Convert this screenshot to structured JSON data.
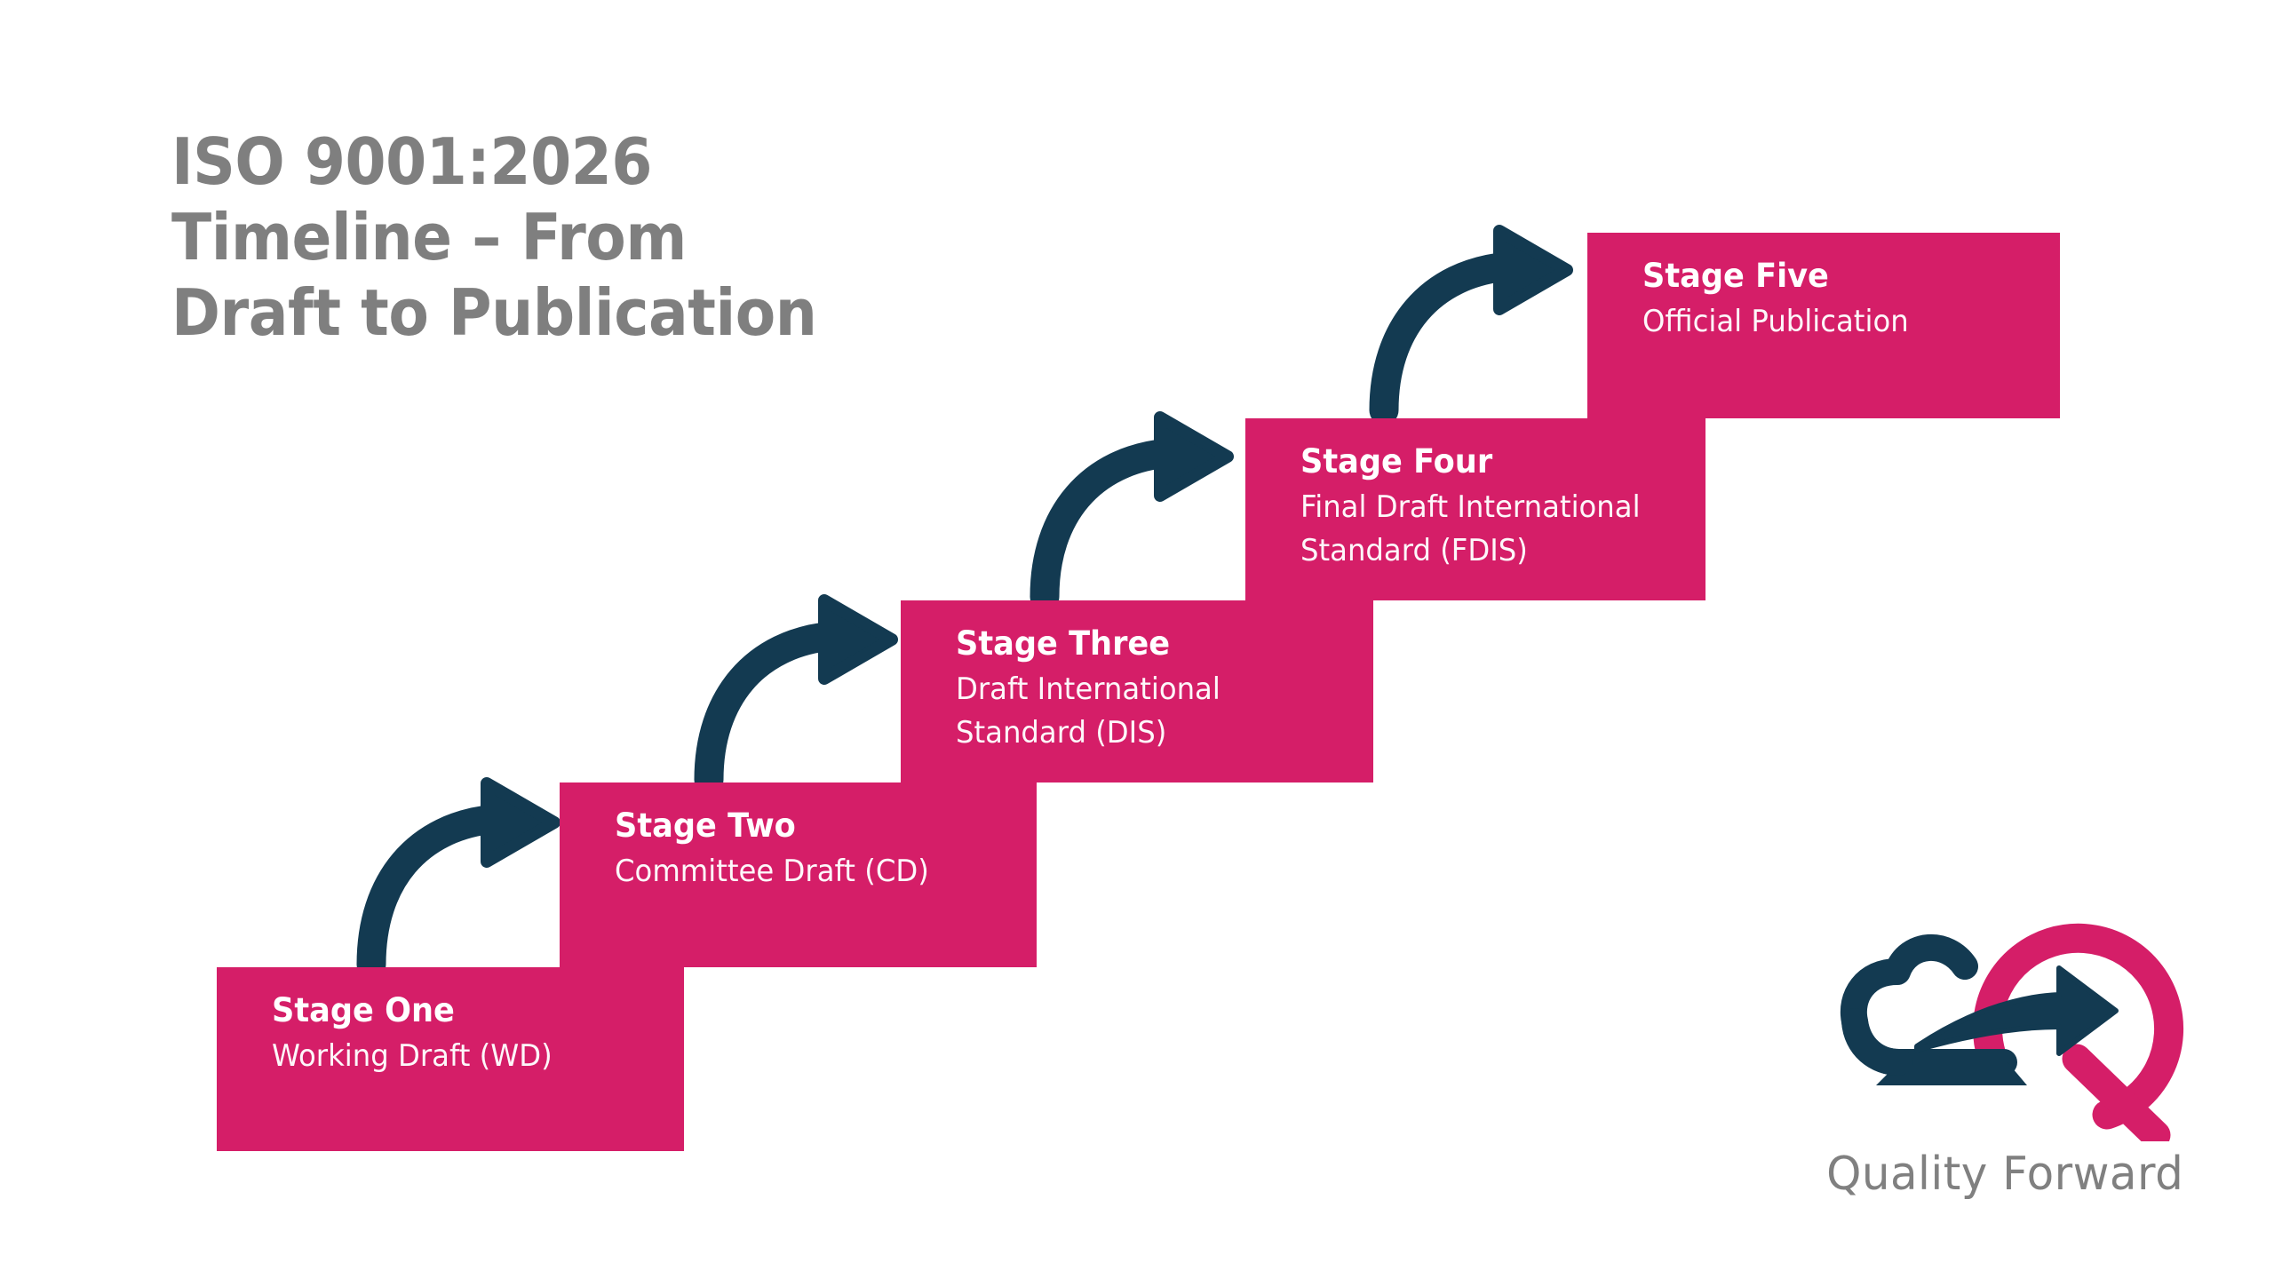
{
  "page": {
    "background_color": "#ffffff",
    "title": "ISO 9001:2026 Timeline – From Draft to Publication",
    "title_color": "#7f7f7f"
  },
  "colors": {
    "brand_pink": "#d51e68",
    "brand_navy": "#133a51",
    "title_gray": "#7f7f7f",
    "wordmark_gray": "#808080",
    "block_text": "#ffffff"
  },
  "stages": [
    {
      "id": "stage-one",
      "title": "Stage One",
      "subtitle": "Working Draft (WD)",
      "order": 1
    },
    {
      "id": "stage-two",
      "title": "Stage Two",
      "subtitle": "Committee Draft (CD)",
      "order": 2
    },
    {
      "id": "stage-three",
      "title": "Stage Three",
      "subtitle": "Draft International\nStandard (DIS)",
      "order": 3
    },
    {
      "id": "stage-four",
      "title": "Stage Four",
      "subtitle": "Final Draft International\nStandard (FDIS)",
      "order": 4
    },
    {
      "id": "stage-five",
      "title": "Stage Five",
      "subtitle": "Official Publication",
      "order": 5
    }
  ],
  "connectors": [
    {
      "id": "arrow-one-to-two",
      "from": "stage-one",
      "to": "stage-two",
      "icon": "curved-arrow-up-right-icon"
    },
    {
      "id": "arrow-two-to-three",
      "from": "stage-two",
      "to": "stage-three",
      "icon": "curved-arrow-up-right-icon"
    },
    {
      "id": "arrow-three-to-four",
      "from": "stage-three",
      "to": "stage-four",
      "icon": "curved-arrow-up-right-icon"
    },
    {
      "id": "arrow-four-to-five",
      "from": "stage-four",
      "to": "stage-five",
      "icon": "curved-arrow-up-right-icon"
    }
  ],
  "logo": {
    "wordmark": "Quality Forward",
    "mark_icons": [
      "cloud-outline-icon",
      "letter-q-circle-icon",
      "arrow-right-icon"
    ]
  }
}
